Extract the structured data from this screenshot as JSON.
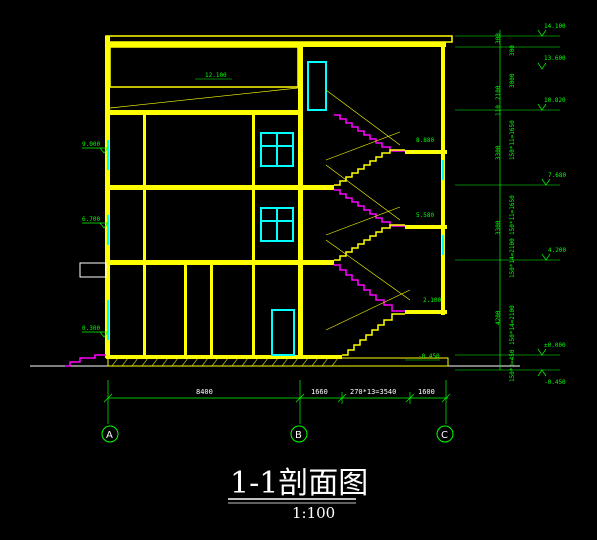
{
  "title": "1-1剖面图",
  "scale": "1:100",
  "axes": [
    "A",
    "B",
    "C"
  ],
  "bottom_dims": [
    "8400",
    "1660",
    "270*13=3540",
    "1600"
  ],
  "right_elevations": [
    "14.100",
    "13.600",
    "10.820",
    "7.680",
    "4.200",
    "±0.000",
    "-0.450"
  ],
  "right_dims": [
    "300",
    "300",
    "3000",
    "2100",
    "110",
    "150*11=1650",
    "3300",
    "150*11=1650",
    "3300",
    "150*14=2100",
    "150*14=2100",
    "4200",
    "150*3=450"
  ],
  "left_elevations": [
    "9.000",
    "6.700",
    "0.300"
  ],
  "interior_labels": [
    "12.100",
    "8.880",
    "5.580",
    "2.100",
    "-0.450"
  ],
  "colors": {
    "background": "#000000",
    "slab": "#ffff00",
    "window": "#00ffff",
    "stair": "#ff00ff",
    "annotation": "#00ff00",
    "text": "#ffffff"
  }
}
